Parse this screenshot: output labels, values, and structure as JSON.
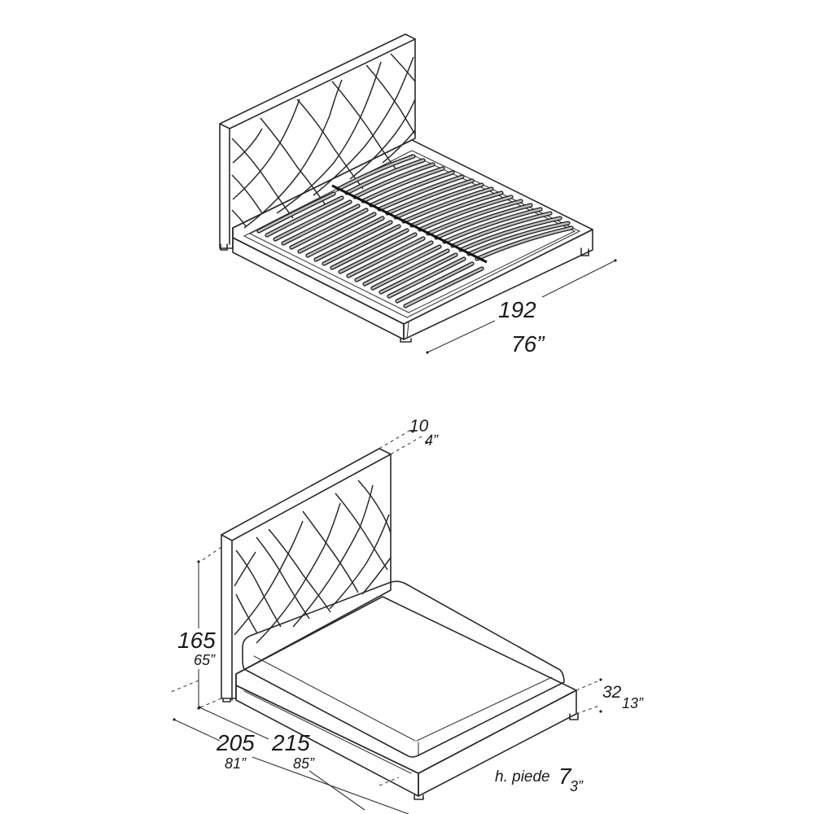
{
  "drawing": {
    "views": [
      {
        "name": "top-view-slatted-base",
        "dimensions": {
          "width_cm": "192",
          "width_in": "76”"
        }
      },
      {
        "name": "front-view-with-mattress",
        "dimensions": {
          "headboard_depth_cm": "10",
          "headboard_depth_in": "4”",
          "headboard_height_cm": "165",
          "headboard_height_in": "65”",
          "frame_height_cm": "32",
          "frame_height_in": "13”",
          "inner_length_cm": "205",
          "inner_length_in": "81”",
          "overall_length_cm": "215",
          "overall_length_in": "85”",
          "foot_height_label": "h. piede",
          "foot_height_cm": "7",
          "foot_height_in": "3”"
        }
      }
    ],
    "colors": {
      "line": "#2a2a2a",
      "mattress_fill": "#ebebed",
      "slat_fill": "#bdbdbd",
      "background": "#ffffff"
    }
  }
}
